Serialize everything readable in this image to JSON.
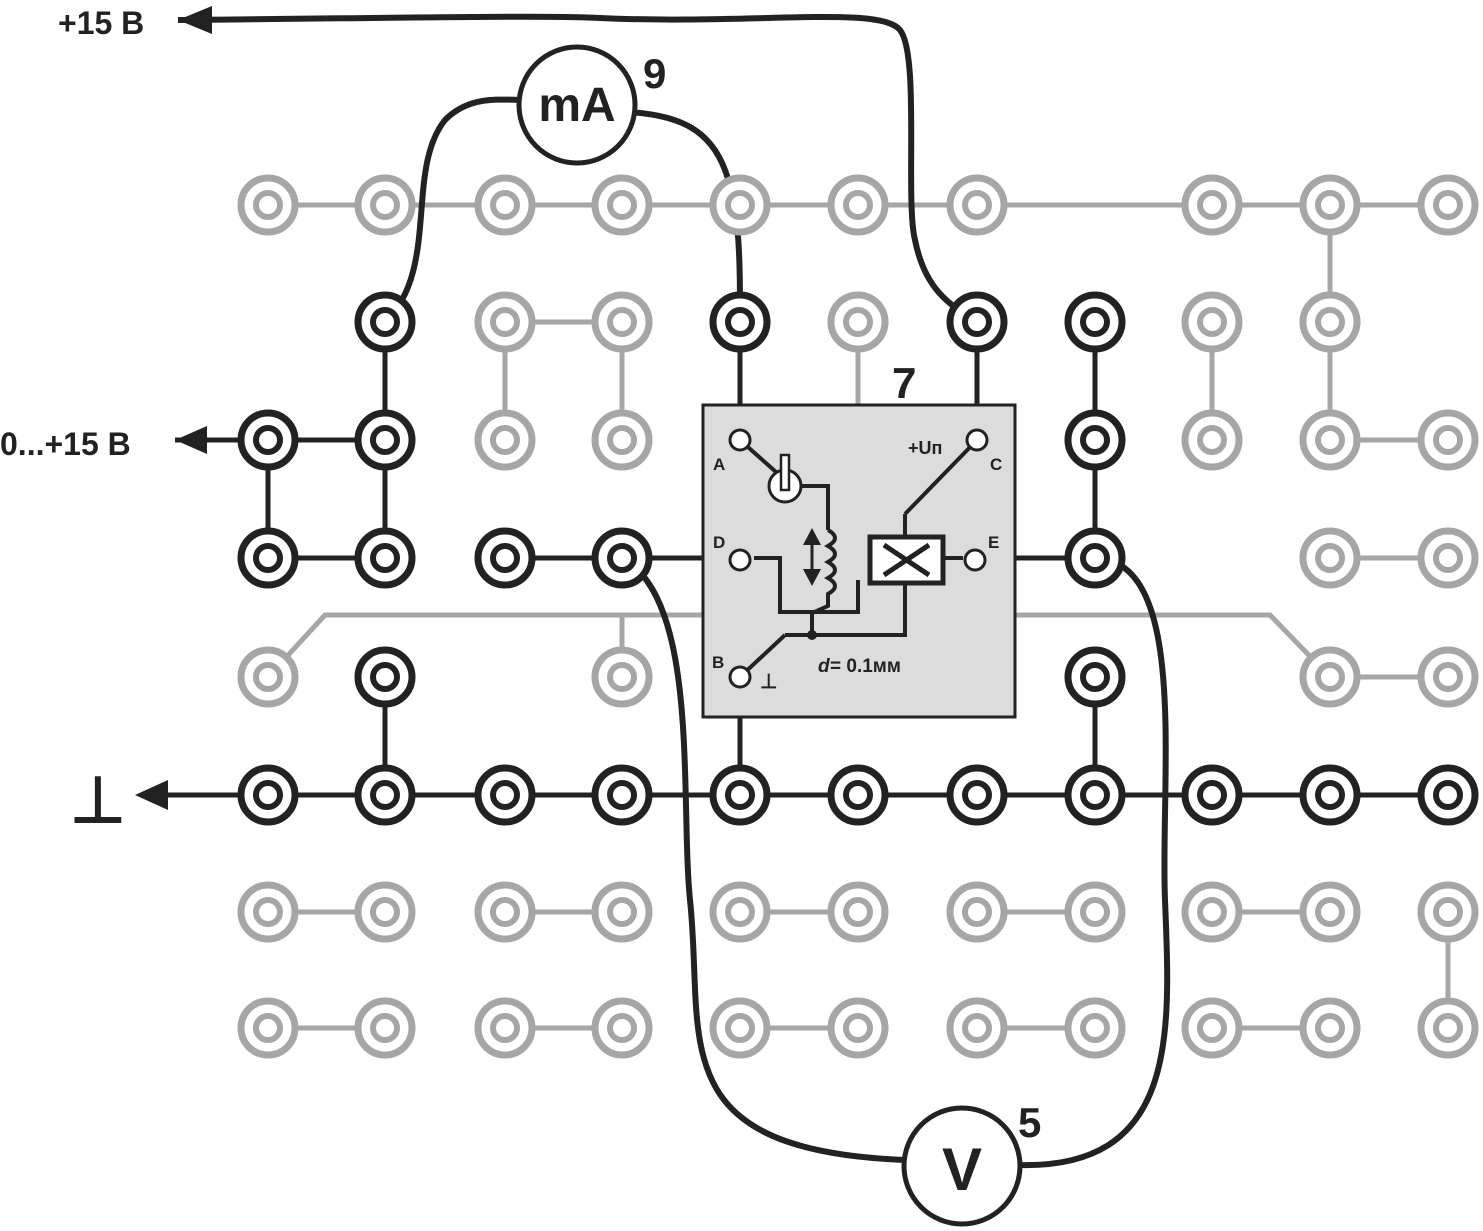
{
  "labels": {
    "supply_15": "+15 В",
    "supply_adj": "0...+15 В",
    "ground_symbol": "⊥"
  },
  "meters": {
    "ma": {
      "label": "mA",
      "number": "9"
    },
    "v": {
      "label": "V",
      "number": "5"
    }
  },
  "module": {
    "number": "7",
    "pin_a": "A",
    "pin_b": "B",
    "pin_c": "C",
    "pin_d": "D",
    "pin_e": "E",
    "supply": "+Uп",
    "gap_var": "d",
    "gap_value": "= 0.1мм",
    "ground_mark": "⊥"
  },
  "colors": {
    "active": "#222222",
    "inactive": "#a6a6a6",
    "module_fill": "#dcdcdc"
  }
}
